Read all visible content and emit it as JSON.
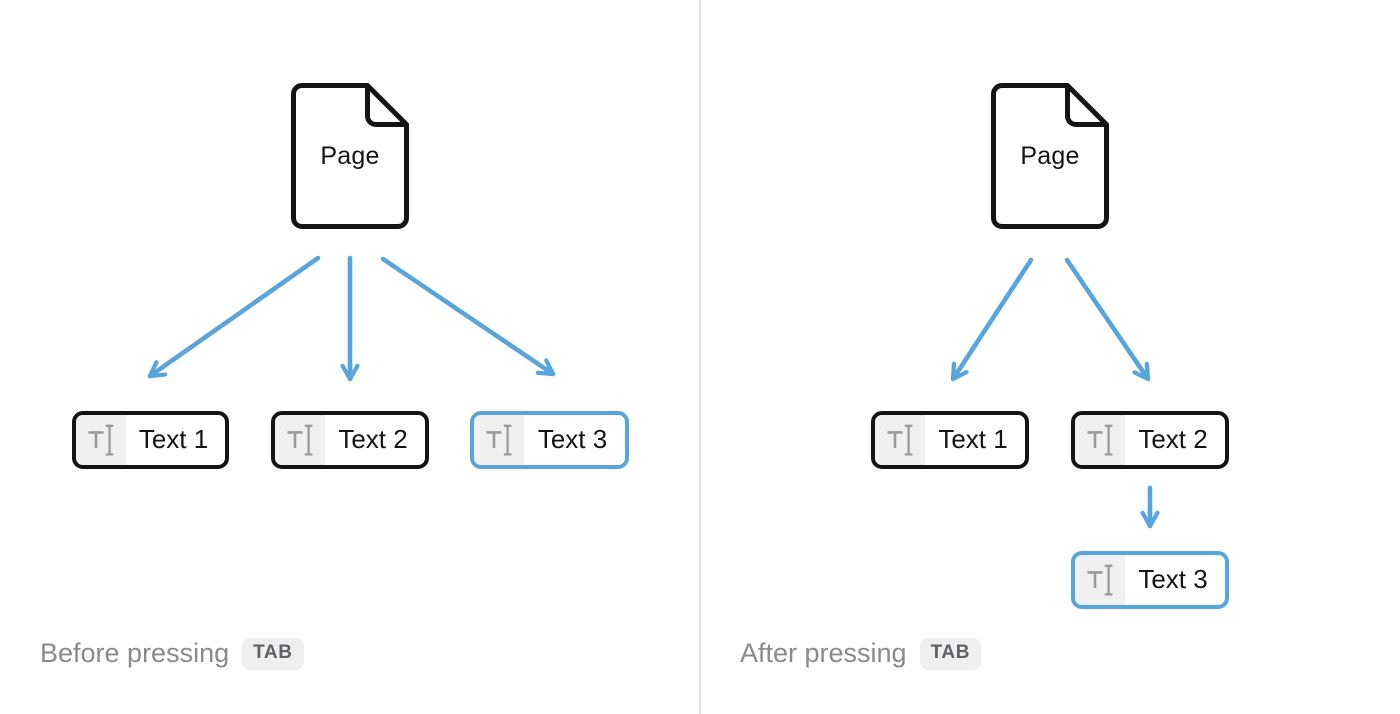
{
  "colors": {
    "accent_blue": "#57a5dc",
    "outline_black": "#141414",
    "icon_gray": "#999b9e",
    "icon_bg": "#f0f0f1",
    "caption_gray": "#8a8a8e",
    "badge_bg": "#efeff1",
    "badge_text": "#5f5f64",
    "divider": "#e5e5e7",
    "background": "#ffffff"
  },
  "panels": [
    {
      "id": "before",
      "caption": "Before pressing",
      "key_label": "TAB",
      "page": {
        "label": "Page"
      },
      "blocks": [
        {
          "label": "Text 1",
          "highlighted": false
        },
        {
          "label": "Text 2",
          "highlighted": false
        },
        {
          "label": "Text 3",
          "highlighted": true
        }
      ],
      "edges": [
        {
          "from": "Page",
          "to": "Text 1"
        },
        {
          "from": "Page",
          "to": "Text 2"
        },
        {
          "from": "Page",
          "to": "Text 3"
        }
      ]
    },
    {
      "id": "after",
      "caption": "After pressing",
      "key_label": "TAB",
      "page": {
        "label": "Page"
      },
      "blocks": [
        {
          "label": "Text 1",
          "highlighted": false
        },
        {
          "label": "Text 2",
          "highlighted": false
        },
        {
          "label": "Text 3",
          "highlighted": true
        }
      ],
      "edges": [
        {
          "from": "Page",
          "to": "Text 1"
        },
        {
          "from": "Page",
          "to": "Text 2"
        },
        {
          "from": "Text 2",
          "to": "Text 3"
        }
      ]
    }
  ]
}
